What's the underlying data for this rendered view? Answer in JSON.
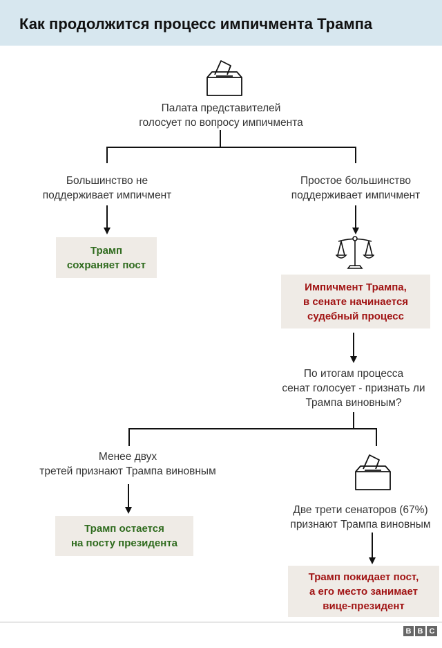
{
  "title": "Как продолжится процесс импичмента Трампа",
  "nodes": {
    "house_vote": "Палата представителей\nголосует по вопросу импичмента",
    "majority_against": "Большинство не\nподдерживает импичмент",
    "simple_majority_for": "Простое большинство\nподдерживает импичмент",
    "trump_keeps_post": "Трамп\nсохраняет пост",
    "impeachment_trial": "Импичмент Трампа,\nв сенате начинается\nсудебный процесс",
    "senate_vote": "По итогам процесса\nсенат голосует - признать ли\nТрампа виновным?",
    "less_than_two_thirds": "Менее двух\nтретей признают Трампа виновным",
    "two_thirds": "Две трети сенаторов (67%)\nпризнают Трампа виновным",
    "trump_stays_president": "Трамп остается\nна посту президента",
    "trump_leaves": "Трамп покидает пост,\nа его место занимает\nвице-президент"
  },
  "logo": [
    "B",
    "B",
    "C"
  ],
  "colors": {
    "header_bg": "#d7e7ef",
    "green": "#2f6b1e",
    "red": "#a11414",
    "box_bg": "#efebe6"
  },
  "icons": [
    "ballot-box-icon",
    "scales-icon",
    "ballot-box-icon"
  ]
}
